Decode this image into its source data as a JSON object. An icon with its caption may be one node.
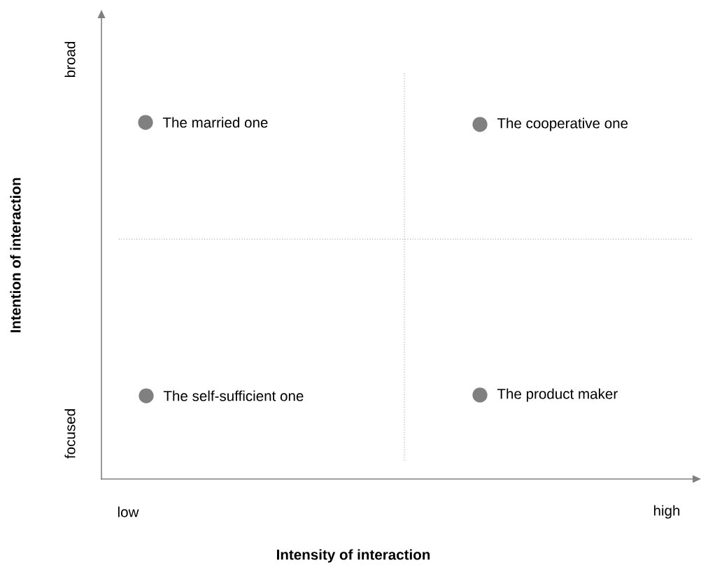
{
  "diagram": {
    "nodes": [
      {
        "text": [],
        "shape": "circle",
        "beside": [
          "The married one"
        ]
      },
      {
        "text": [],
        "shape": "circle",
        "beside": [
          "The cooperative one"
        ]
      },
      {
        "text": [],
        "shape": "circle",
        "beside": [
          "The self-sufficient one"
        ]
      },
      {
        "text": [],
        "shape": "circle",
        "beside": [
          "The product maker"
        ]
      }
    ],
    "labels": [
      "broad",
      "Intention of interaction",
      "focused",
      "low",
      "high",
      "Intensity of interaction"
    ]
  }
}
